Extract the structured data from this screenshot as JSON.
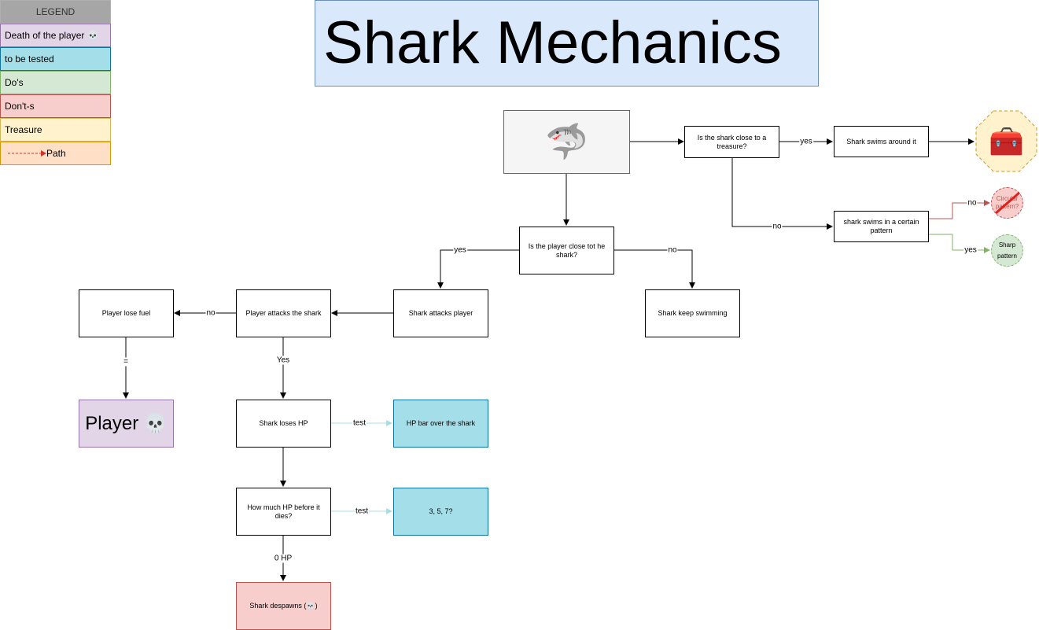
{
  "legend": {
    "header": "LEGEND",
    "items": [
      "Death of the player 💀",
      "to be tested",
      "Do's",
      "Don't-s",
      "Treasure"
    ],
    "path_label": "Path"
  },
  "title": "Shark Mechanics",
  "nodes": {
    "shark": "🦈",
    "treasure_q": "Is the shark close to a treasure?",
    "swims_around": "Shark swims around it",
    "treasure_chest": "🧰",
    "pattern": "shark swims in a certain pattern",
    "circular": "Circular pattern?",
    "sharp": "Sharp pattern",
    "player_q": "Is the player close tot he shark?",
    "attacks_player": "Shark attacks player",
    "keep_swimming": "Shark keep swimming",
    "player_attacks": "Player attacks the shark",
    "lose_fuel": "Player lose fuel",
    "player_death": "Player 💀",
    "loses_hp": "Shark loses HP",
    "hp_bar": "HP bar over the shark",
    "how_much_hp": "How much HP before it dies?",
    "hp_values": "3, 5, 7?",
    "despawns": "Shark despawns (💀)"
  },
  "edge_labels": {
    "treasure_yes": "yes",
    "treasure_no": "no",
    "circular_no": "no",
    "sharp_yes": "yes",
    "player_yes": "yes",
    "player_no": "no",
    "attack_no": "no",
    "attack_yes": "Yes",
    "fuel_eq": "=",
    "hp_test": "test",
    "count_test": "test",
    "zero_hp": "0 HP"
  },
  "colors": {
    "death": "#e1d5e7",
    "test": "#a4dfe9",
    "dos": "#d5e8d4",
    "donts": "#f8cecc",
    "treasure": "#fff2cc",
    "path": "#ffe0c7",
    "title_bg": "#dae8fc",
    "legend_header": "#a6a6a6"
  }
}
